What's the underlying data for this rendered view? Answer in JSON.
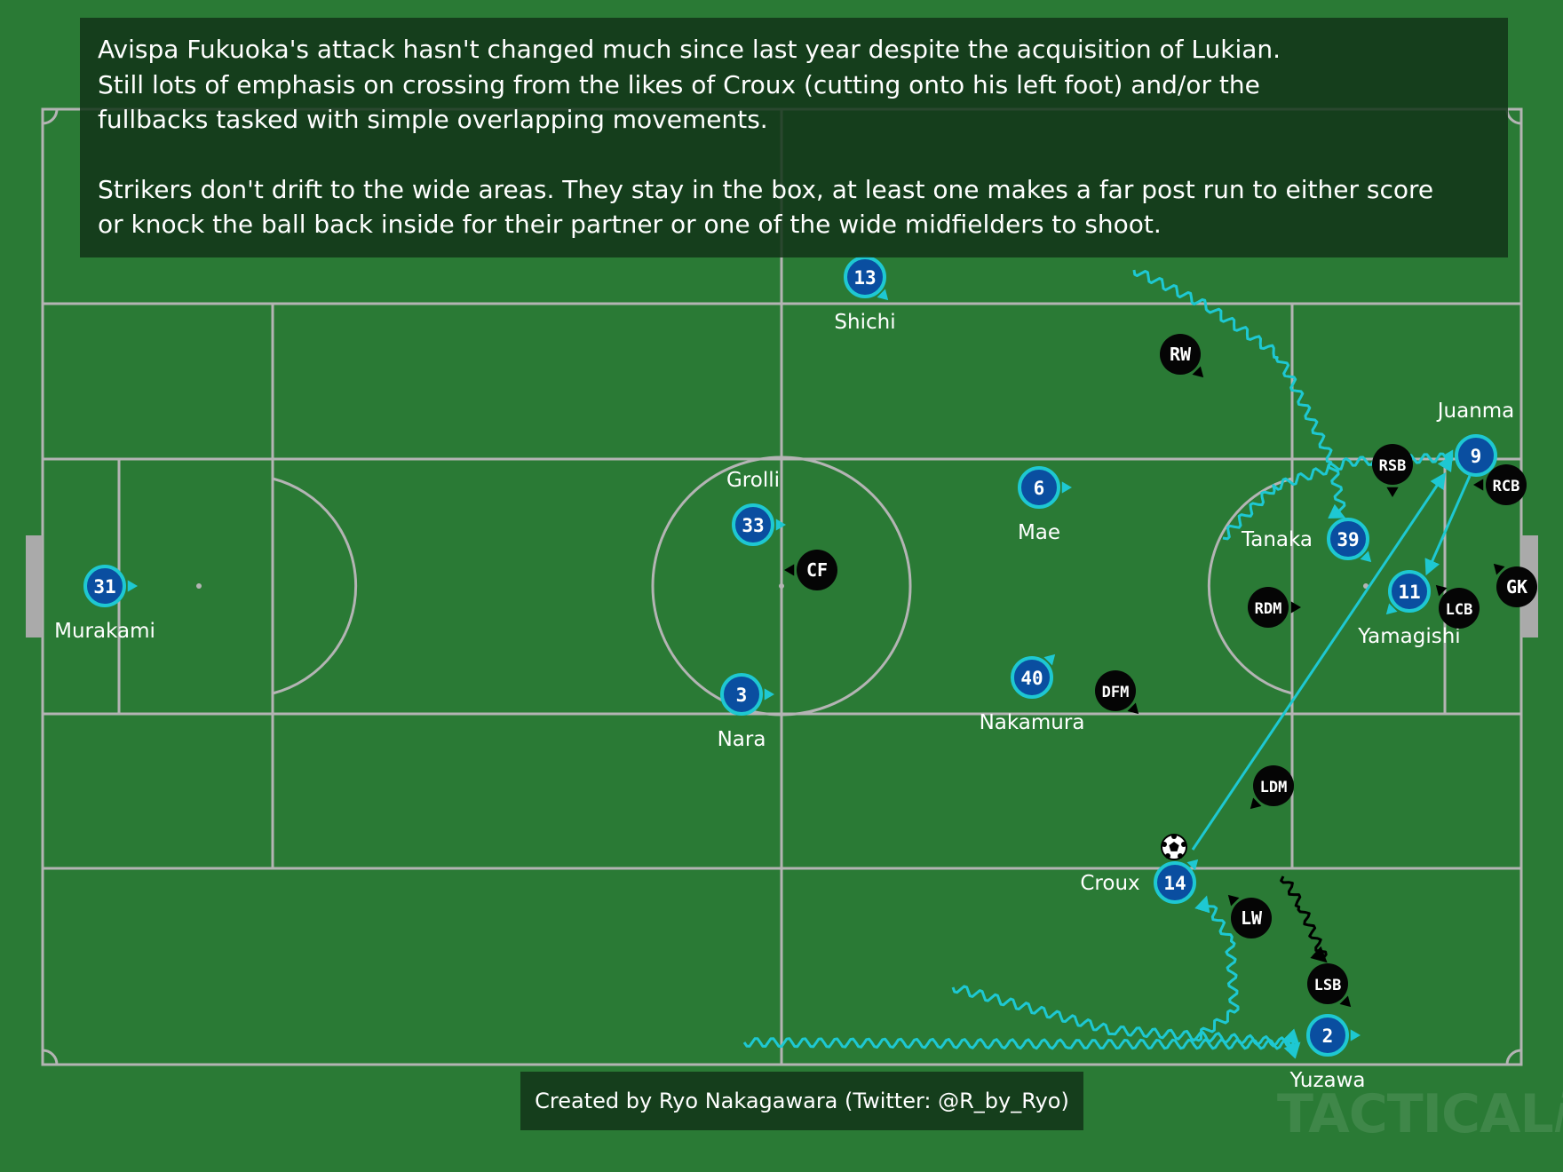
{
  "caption": {
    "paragraph1": [
      "Avispa Fukuoka's attack hasn't changed much since last year despite the acquisition of Lukian.",
      "Still lots of emphasis on crossing from the likes of Croux (cutting onto his left foot) and/or the",
      "fullbacks tasked with simple overlapping movements."
    ],
    "paragraph2": [
      "Strikers don't drift to the wide areas. They stay in the box, at least one makes a far post run to either score",
      "or knock the ball back inside for their partner or one of the wide midfielders to shoot."
    ]
  },
  "credit": "Created by Ryo Nakagawara (Twitter: @R_by_Ryo)",
  "watermark": {
    "main": "TACTICAL",
    "suffix": "ista"
  },
  "colors": {
    "pitch": "#2a7a35",
    "lines": "#b4b4b4",
    "home_fill": "#0a4ea0",
    "home_ring": "#1ec8d2",
    "away_fill": "#050505",
    "home_arrow": "#1ec8d2",
    "away_arrow": "#000000"
  },
  "home_players": [
    {
      "number": "13",
      "name": "Shichi"
    },
    {
      "number": "31",
      "name": "Murakami"
    },
    {
      "number": "33",
      "name": "Grolli"
    },
    {
      "number": "3",
      "name": "Nara"
    },
    {
      "number": "6",
      "name": "Mae"
    },
    {
      "number": "40",
      "name": "Nakamura"
    },
    {
      "number": "9",
      "name": "Juanma"
    },
    {
      "number": "39",
      "name": "Tanaka"
    },
    {
      "number": "11",
      "name": "Yamagishi"
    },
    {
      "number": "14",
      "name": "Croux"
    },
    {
      "number": "2",
      "name": "Yuzawa"
    }
  ],
  "away_players": [
    "RW",
    "CF",
    "RSB",
    "RCB",
    "GK",
    "LCB",
    "RDM",
    "DFM",
    "LDM",
    "LW",
    "LSB"
  ]
}
